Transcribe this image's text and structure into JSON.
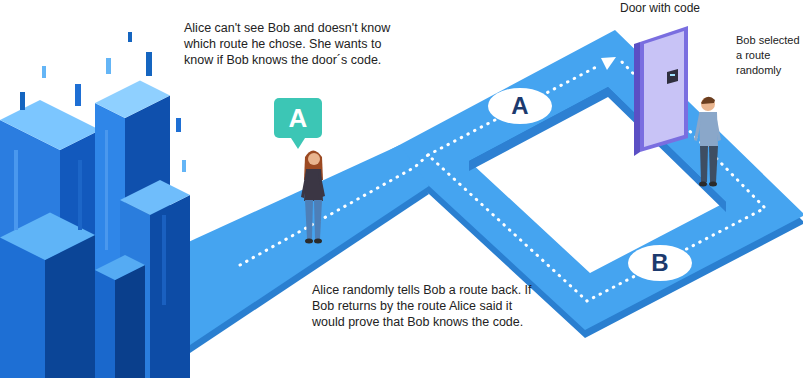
{
  "diagram": {
    "nodes": [
      {
        "text": [
          "A"
        ]
      },
      {
        "text": [
          "A"
        ]
      },
      {
        "text": [
          "Door with code"
        ]
      },
      {
        "text": [
          "B"
        ]
      }
    ],
    "labels": [
      "Alice can't see Bob and doesn't know which route he chose. She wants to know if Bob knows the door´s code.",
      "Bob selected a route randomly",
      "Alice randomly tells Bob a route back. If Bob returns by the route Alice said it would prove that Bob knows the code."
    ]
  }
}
